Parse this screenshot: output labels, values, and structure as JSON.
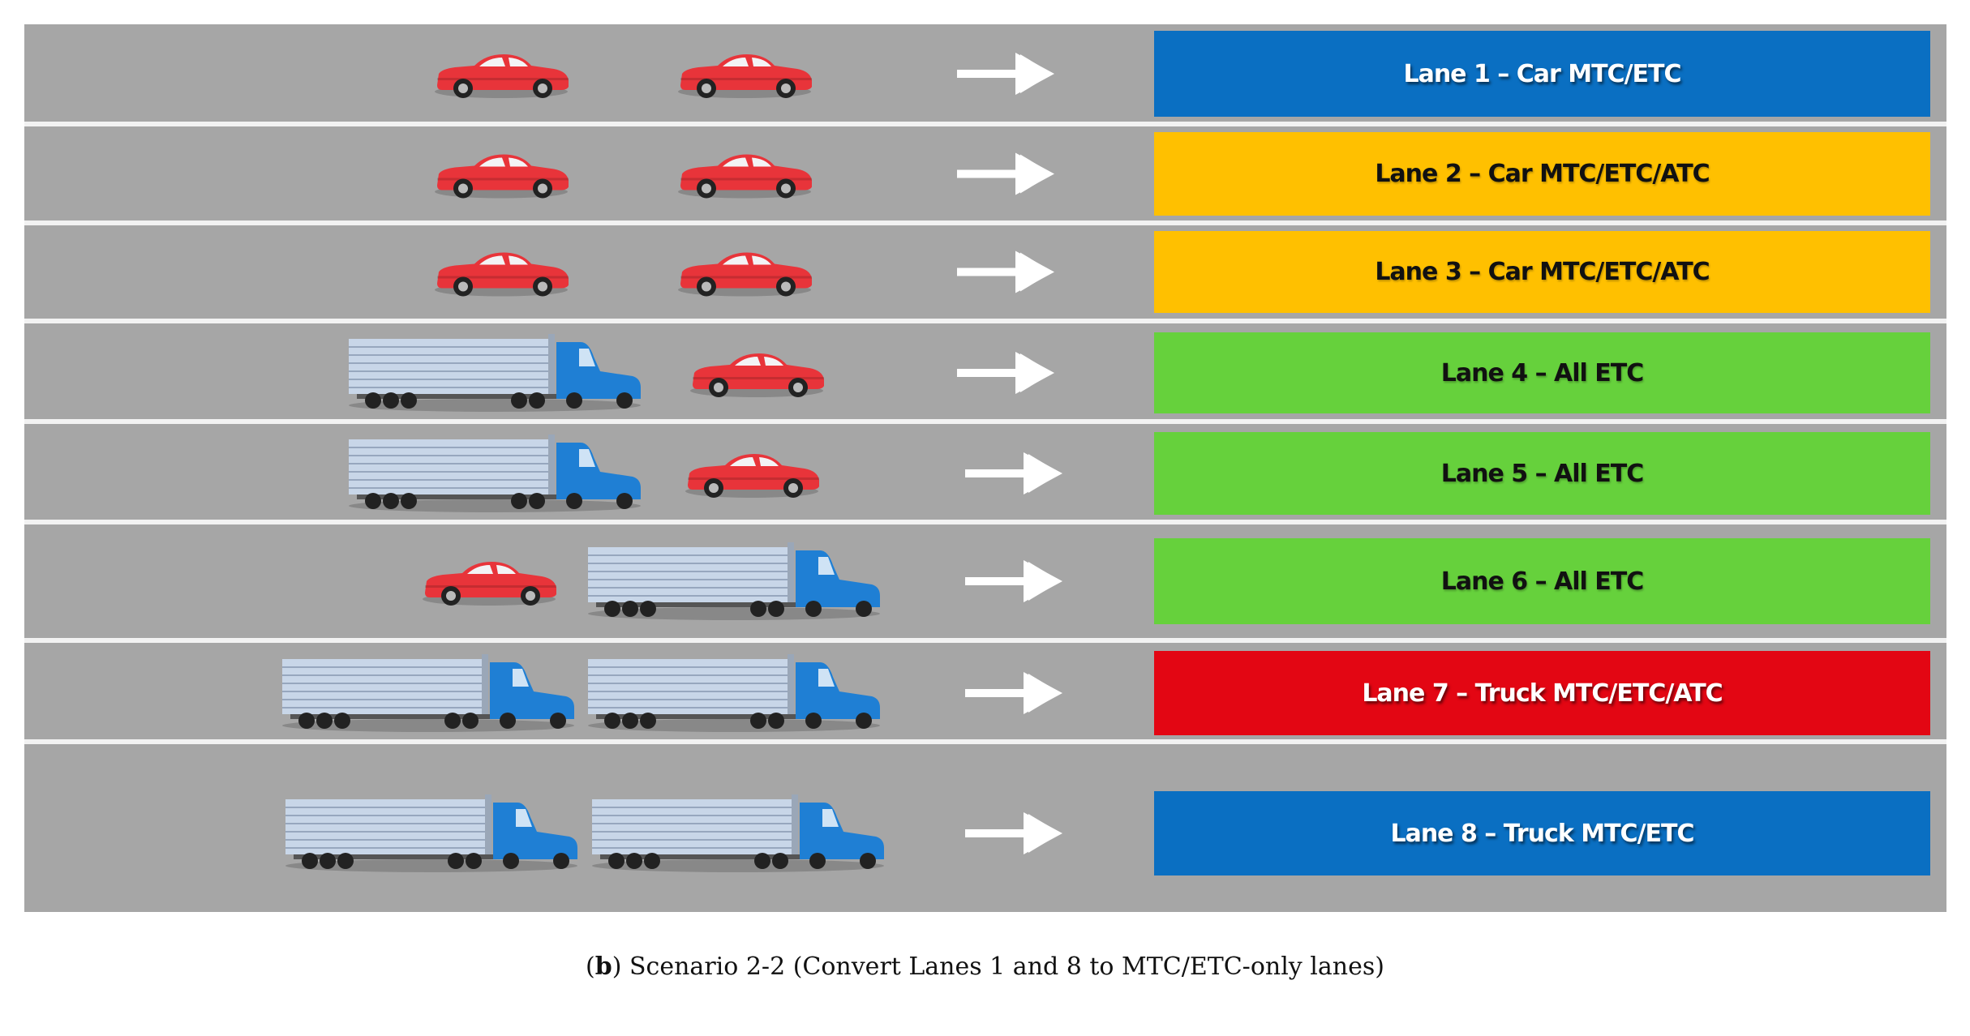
{
  "colors": {
    "road": "#a6a6a6",
    "lane_line": "#f2f2f2",
    "car": "#e8343a",
    "truck_trailer": "#c8d6e8",
    "truck_cab": "#1f7fd4",
    "arrow": "#ffffff"
  },
  "lanes": [
    {
      "label": "Lane 1 – Car MTC/ETC",
      "color": "#0a6fc2",
      "text_style": "light",
      "vehicles": [
        {
          "type": "car",
          "icon": "red-car-icon"
        },
        {
          "type": "car",
          "icon": "red-car-icon"
        }
      ]
    },
    {
      "label": "Lane 2 – Car MTC/ETC/ATC",
      "color": "#ffc000",
      "text_style": "dark",
      "vehicles": [
        {
          "type": "car",
          "icon": "red-car-icon"
        },
        {
          "type": "car",
          "icon": "red-car-icon"
        }
      ]
    },
    {
      "label": "Lane 3 – Car MTC/ETC/ATC",
      "color": "#ffc000",
      "text_style": "dark",
      "vehicles": [
        {
          "type": "car",
          "icon": "red-car-icon"
        },
        {
          "type": "car",
          "icon": "red-car-icon"
        }
      ]
    },
    {
      "label": "Lane 4 – All ETC",
      "color": "#66d13c",
      "text_style": "dark",
      "vehicles": [
        {
          "type": "truck",
          "icon": "blue-truck-icon"
        },
        {
          "type": "car",
          "icon": "red-car-icon"
        }
      ]
    },
    {
      "label": "Lane 5 – All ETC",
      "color": "#66d13c",
      "text_style": "dark",
      "vehicles": [
        {
          "type": "truck",
          "icon": "blue-truck-icon"
        },
        {
          "type": "car",
          "icon": "red-car-icon"
        }
      ]
    },
    {
      "label": "Lane 6 – All ETC",
      "color": "#66d13c",
      "text_style": "dark",
      "vehicles": [
        {
          "type": "car",
          "icon": "red-car-icon"
        },
        {
          "type": "truck",
          "icon": "blue-truck-icon"
        }
      ]
    },
    {
      "label": "Lane 7 – Truck MTC/ETC/ATC",
      "color": "#e30613",
      "text_style": "light",
      "vehicles": [
        {
          "type": "truck",
          "icon": "blue-truck-icon"
        },
        {
          "type": "truck",
          "icon": "blue-truck-icon"
        }
      ]
    },
    {
      "label": "Lane 8 – Truck MTC/ETC",
      "color": "#0a6fc2",
      "text_style": "light",
      "vehicles": [
        {
          "type": "truck",
          "icon": "blue-truck-icon"
        },
        {
          "type": "truck",
          "icon": "blue-truck-icon"
        }
      ]
    }
  ],
  "arrow_icon": "right-arrow-icon",
  "caption": {
    "letter": "b",
    "text": "Scenario 2-2 (Convert Lanes 1 and 8 to MTC/ETC-only lanes)"
  }
}
